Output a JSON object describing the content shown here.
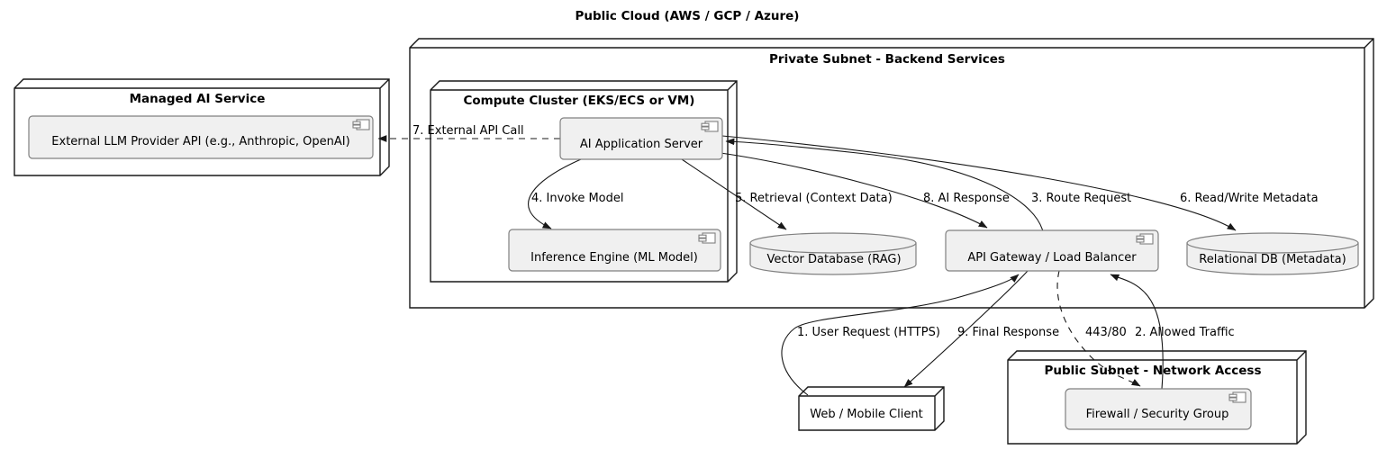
{
  "title": "Public Cloud (AWS / GCP / Azure)",
  "groups": {
    "managed_ai": "Managed AI Service",
    "private_subnet": "Private Subnet - Backend Services",
    "compute_cluster": "Compute Cluster (EKS/ECS or VM)",
    "public_subnet": "Public Subnet - Network Access"
  },
  "nodes": {
    "web_client": "Web / Mobile Client"
  },
  "components": {
    "llm_api": "External LLM Provider API (e.g., Anthropic, OpenAI)",
    "ai_app_server": "AI Application Server",
    "inference_engine": "Inference Engine (ML Model)",
    "api_gateway": "API Gateway / Load Balancer",
    "firewall": "Firewall / Security Group"
  },
  "databases": {
    "vector_db": "Vector Database (RAG)",
    "relational_db": "Relational DB (Metadata)"
  },
  "edges": {
    "user_request": "1. User Request (HTTPS)",
    "allowed_traffic": "2. Allowed Traffic",
    "route_request": "3. Route Request",
    "invoke_model": "4. Invoke Model",
    "retrieval": "5. Retrieval (Context Data)",
    "read_write_metadata": "6. Read/Write Metadata",
    "external_api_call": "7. External API Call",
    "ai_response": "8. AI Response",
    "final_response": "9. Final Response",
    "ports": "443/80"
  },
  "colors": {
    "background": "#ffffff",
    "node_border": "#181818",
    "component_fill": "#f0f0f0",
    "component_border": "#808080",
    "edge": "#181818",
    "text": "#000000"
  }
}
